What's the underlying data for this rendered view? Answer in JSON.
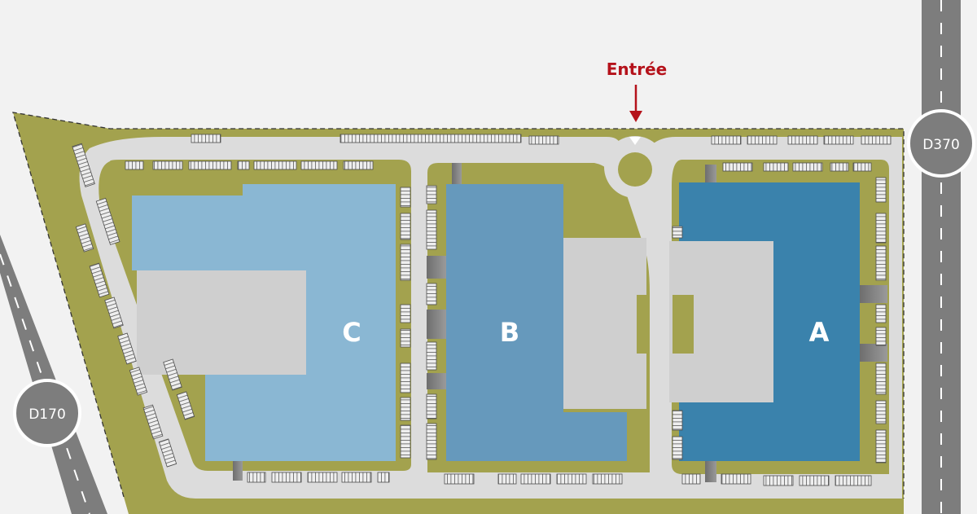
{
  "entrance": {
    "label": "Entrée"
  },
  "roads": [
    {
      "id": "d370",
      "label": "D370"
    },
    {
      "id": "d170",
      "label": "D170"
    }
  ],
  "buildings": [
    {
      "id": "c",
      "label": "C"
    },
    {
      "id": "b",
      "label": "B"
    },
    {
      "id": "a",
      "label": "A"
    }
  ],
  "colors": {
    "background": "#f2f2f2",
    "grass": "#a3a24e",
    "driveway": "#dcdcdc",
    "concrete": "#cfcfcf",
    "building_c": "#8ab7d3",
    "building_b": "#6699bc",
    "building_a": "#3a82ac",
    "road": "#7d7d7d",
    "entrance_accent": "#b5121b"
  }
}
